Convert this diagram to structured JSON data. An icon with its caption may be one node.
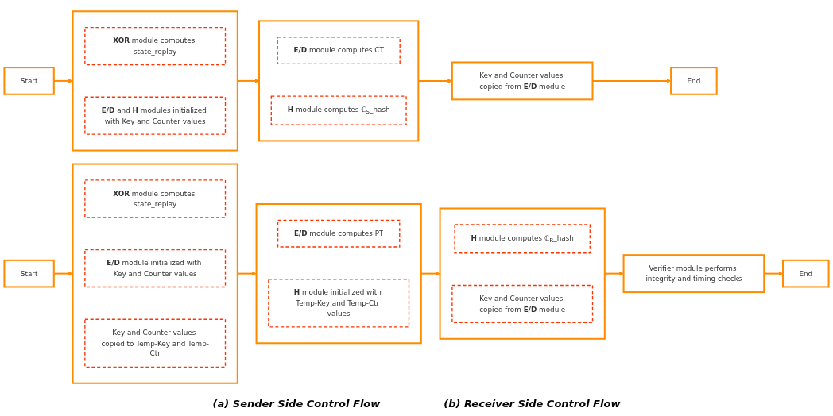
{
  "diagram": {
    "nodes": [
      {
        "text": [
          "Start"
        ]
      },
      {
        "text": [],
        "shape": "box"
      },
      {
        "text": [
          "**XOR** module computes state_replay"
        ],
        "in": 1
      },
      {
        "text": [
          "**E/D** and **H** modules initialized with Key and Counter values"
        ],
        "in": 1
      },
      {
        "text": [],
        "shape": "box"
      },
      {
        "text": [
          "**E/D** module computes CT"
        ],
        "in": 4
      },
      {
        "text": [
          "**H** module computes ℂ$_{S}$_hash"
        ],
        "in": 4
      },
      {
        "text": [
          "Key and Counter values copied from **E/D** module"
        ]
      },
      {
        "text": [
          "End"
        ]
      },
      {
        "text": [
          "Start"
        ]
      },
      {
        "text": [],
        "shape": "box"
      },
      {
        "text": [
          "**XOR** module computes state_replay"
        ],
        "in": 10
      },
      {
        "text": [
          "**E/D** module initialized with Key and Counter values"
        ],
        "in": 10
      },
      {
        "text": [
          "Key and Counter values copied to Temp-Key and Temp-Ctr"
        ],
        "in": 10
      },
      {
        "text": [],
        "shape": "box"
      },
      {
        "text": [
          "**E/D** module computes PT"
        ],
        "in": 14
      },
      {
        "text": [
          "**H** module initialized with Temp-Key and Temp-Ctr values"
        ],
        "in": 14
      },
      {
        "text": [],
        "shape": "box"
      },
      {
        "text": [
          "**H** module computes ℂ$_{R}$_hash"
        ],
        "in": 17
      },
      {
        "text": [
          "Key and Counter values copied from **E/D** module"
        ],
        "in": 17
      },
      {
        "text": [
          "Verifier module performs integrity and timing checks"
        ]
      },
      {
        "text": [
          "End"
        ]
      }
    ],
    "edges": [
      {
        "from": 0,
        "to": 1,
        "arrow": "to"
      },
      {
        "from": 1,
        "to": 4,
        "arrow": "to"
      },
      {
        "from": 4,
        "to": 7,
        "arrow": "to"
      },
      {
        "from": 7,
        "to": 8,
        "arrow": "to"
      },
      {
        "from": 9,
        "to": 10,
        "arrow": "to"
      },
      {
        "from": 10,
        "to": 14,
        "arrow": "to"
      },
      {
        "from": 14,
        "to": 17,
        "arrow": "to"
      },
      {
        "from": 17,
        "to": 20,
        "arrow": "to"
      },
      {
        "from": 20,
        "to": 21,
        "arrow": "to"
      }
    ],
    "labels": [
      "(a) Sender Side Control Flow",
      "(b) Receiver Side Control Flow"
    ]
  }
}
